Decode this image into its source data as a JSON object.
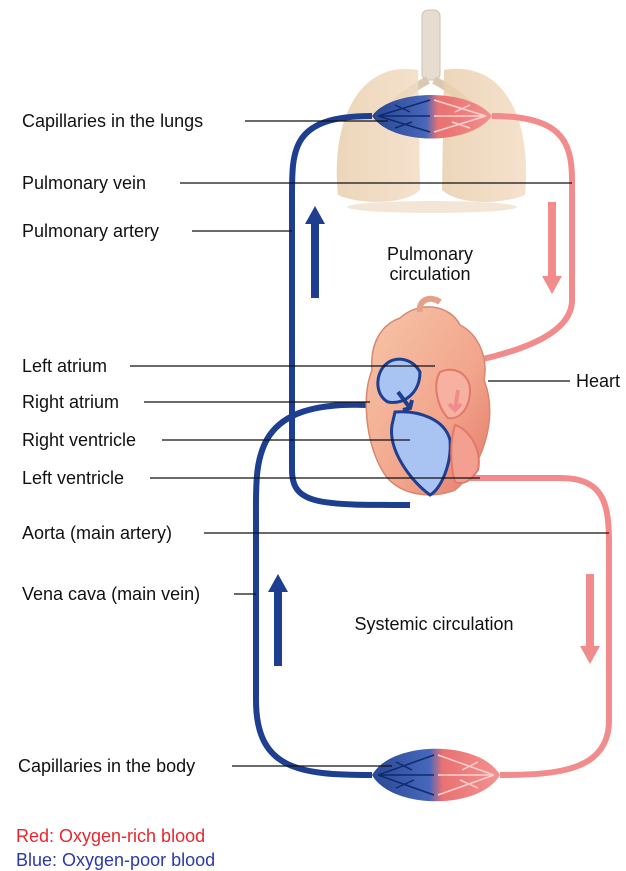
{
  "labels": {
    "capillaries_lungs": "Capillaries in the lungs",
    "pulmonary_vein": "Pulmonary vein",
    "pulmonary_artery": "Pulmonary artery",
    "left_atrium": "Left atrium",
    "right_atrium": "Right atrium",
    "right_ventricle": "Right ventricle",
    "left_ventricle": "Left ventricle",
    "aorta": "Aorta (main artery)",
    "vena_cava": "Vena cava (main vein)",
    "capillaries_body": "Capillaries in the body",
    "heart": "Heart"
  },
  "circulation": {
    "pulmonary_line1": "Pulmonary",
    "pulmonary_line2": "circulation",
    "systemic": "Systemic circulation"
  },
  "legend": {
    "red_text": "Red: Oxygen-rich blood",
    "blue_text": "Blue: Oxygen-poor blood",
    "red_color": "#e8262e",
    "blue_color": "#2b3aa8"
  },
  "colors": {
    "oxygen_rich_vessel": "#f28c8c",
    "oxygen_poor_vessel": "#1e3f8f"
  }
}
